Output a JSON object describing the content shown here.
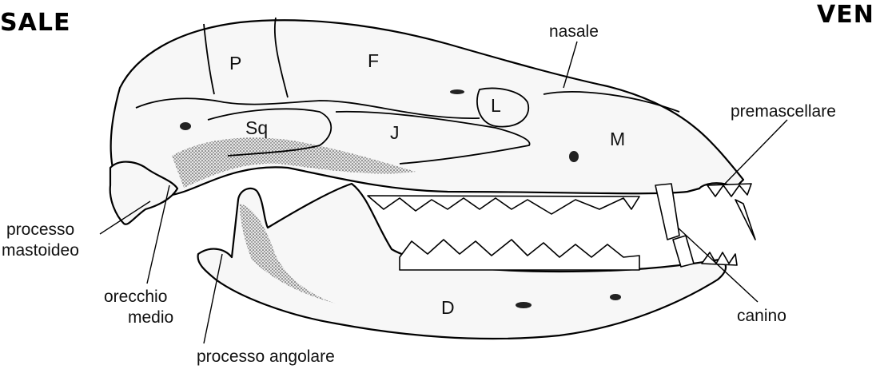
{
  "header": {
    "left_word": "SALE",
    "right_word": "VEN"
  },
  "bones": {
    "parietal": "P",
    "frontal": "F",
    "lacrimal": "L",
    "squamosal": "Sq",
    "jugal": "J",
    "maxilla": "M",
    "dentary": "D"
  },
  "labels": {
    "nasale": "nasale",
    "premascellare": "premascellare",
    "processo_mastoideo_line1": "processo",
    "processo_mastoideo_line2": "mastoideo",
    "orecchio_medio_line1": "orecchio",
    "orecchio_medio_line2": "medio",
    "processo_angolare": "processo angolare",
    "canino": "canino"
  }
}
